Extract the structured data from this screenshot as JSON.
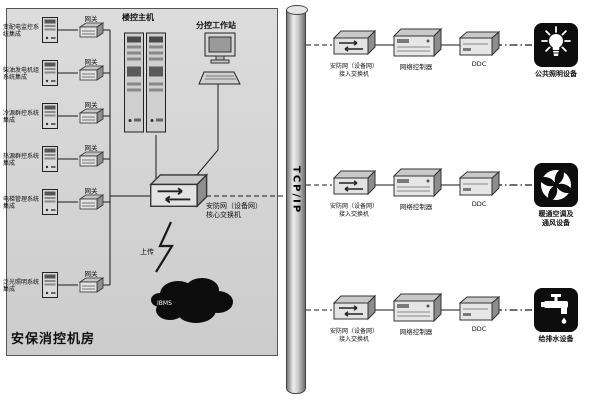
{
  "room": {
    "title": "安保消控机房",
    "host_label": "楼控主机",
    "workstation_label": "分控工作站",
    "core_switch_line1": "安防网（设备网）",
    "core_switch_line2": "核心交换机",
    "upload_label": "上传",
    "cloud_label": "IBMS",
    "gateway_label": "网关",
    "systems": [
      {
        "label": "变配电监控系统集成"
      },
      {
        "label": "柴油发电机组系统集成"
      },
      {
        "label": "冷源群控系统集成"
      },
      {
        "label": "热源群控系统集成"
      },
      {
        "label": "电梯管理系统集成"
      },
      {
        "label": "泛光照明系统集成"
      }
    ]
  },
  "backbone": {
    "label": "TCP/IP"
  },
  "branch_labels": {
    "switch_line1": "安防网（设备网）",
    "switch_line2": "接入交换机",
    "controller": "网络控制器",
    "ddc": "DDC"
  },
  "branches": [
    {
      "device_icon": "bulb-icon",
      "device_lines": [
        "公共照明设备"
      ]
    },
    {
      "device_icon": "fan-icon",
      "device_lines": [
        "暖通空调及",
        "通风设备"
      ]
    },
    {
      "device_icon": "faucet-icon",
      "device_lines": [
        "给排水设备"
      ]
    }
  ],
  "colors": {
    "panel_bg": "#d6d6d6",
    "device_tile_bg": "#0d0d0d",
    "line": "#1a1a1a"
  }
}
